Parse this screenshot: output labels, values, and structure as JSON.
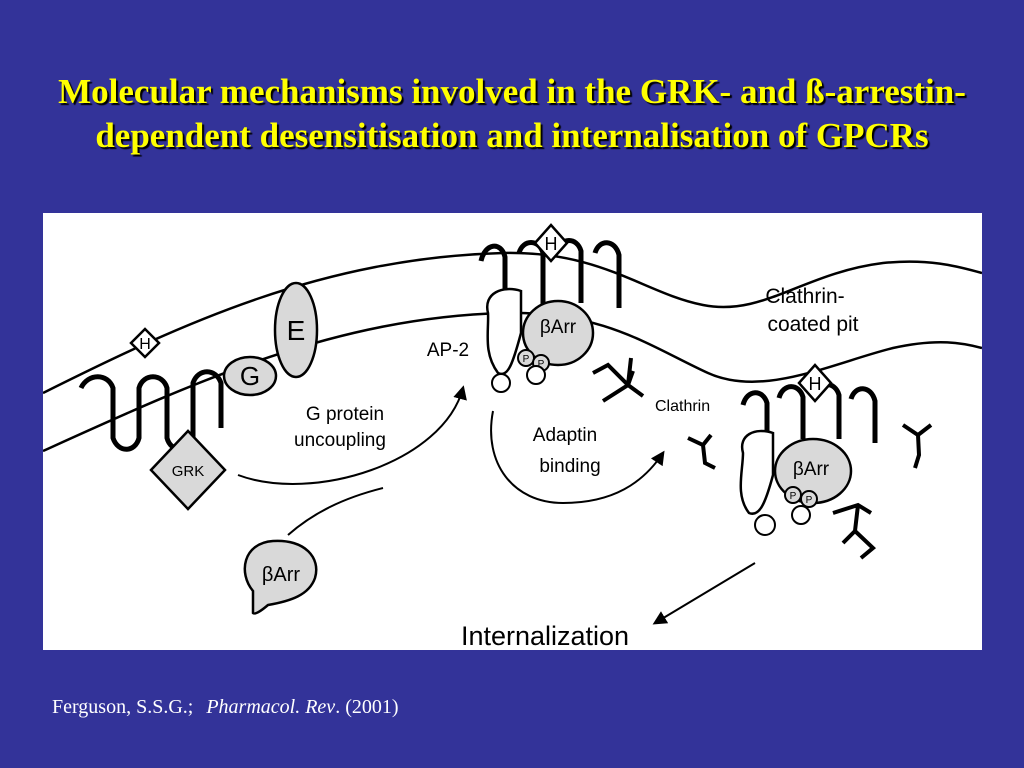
{
  "title": "Molecular mechanisms involved in the GRK- and ß-arrestin-dependent desensitisation and internalisation of GPCRs",
  "diagram": {
    "hormone_label": "H",
    "g_protein_label": "G",
    "effector_label": "E",
    "grk_label": "GRK",
    "arrestin_label": "βArr",
    "phospho_label": "P",
    "step_uncoupling": [
      "G protein",
      "uncoupling"
    ],
    "ap2_label": "AP-2",
    "clathrin_label": "Clathrin",
    "step_adaptin": [
      "Adaptin",
      "binding"
    ],
    "pit_label": [
      "Clathrin-",
      "coated pit"
    ],
    "internalization_label": "Internalization"
  },
  "citation": {
    "authors": "Ferguson, S.S.G.;",
    "journal": "Pharmacol. Rev",
    "year_suffix": ". (2001)"
  },
  "colors": {
    "background": "#333399",
    "title": "#ffff00",
    "panel": "#ffffff",
    "ink": "#000000",
    "protein_fill": "#d9d9d9"
  }
}
